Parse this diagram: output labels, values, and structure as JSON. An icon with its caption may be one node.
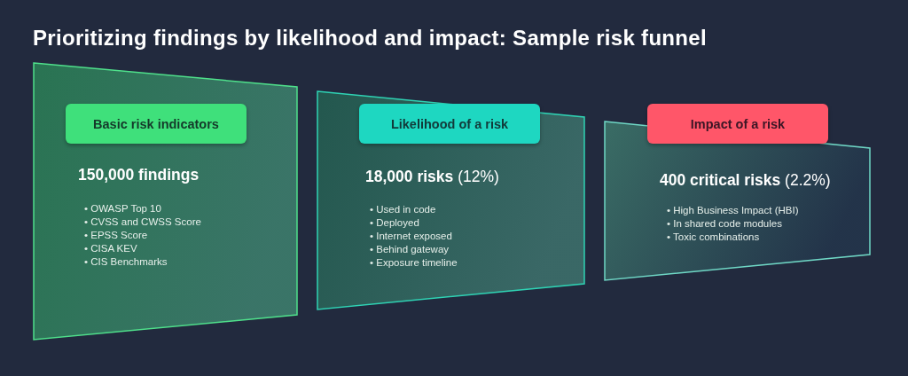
{
  "diagram": {
    "title": "Prioritizing findings by likelihood and impact: Sample risk funnel",
    "nodes": [
      {
        "text": [
          "150,000 findings",
          "• OWASP Top 10",
          "• CVSS and CWSS Score",
          "• EPSS Score",
          "• CISA KEV",
          "• CIS Benchmarks"
        ]
      },
      {
        "text": [
          "Basic risk indicators"
        ],
        "in": 0
      },
      {
        "text": [
          "**18,000 risks** (12%)",
          "• Used in code",
          "• Deployed",
          "• Internet exposed",
          "• Behind gateway",
          "• Exposure timeline"
        ]
      },
      {
        "text": [
          "Likelihood of a risk"
        ],
        "in": 2
      },
      {
        "text": [
          "**400 critical risks** (2.2%)",
          "• High Business Impact (HBI)",
          "• In shared code modules",
          "• Toxic combinations"
        ]
      },
      {
        "text": [
          "Impact of a risk"
        ]
      }
    ]
  }
}
